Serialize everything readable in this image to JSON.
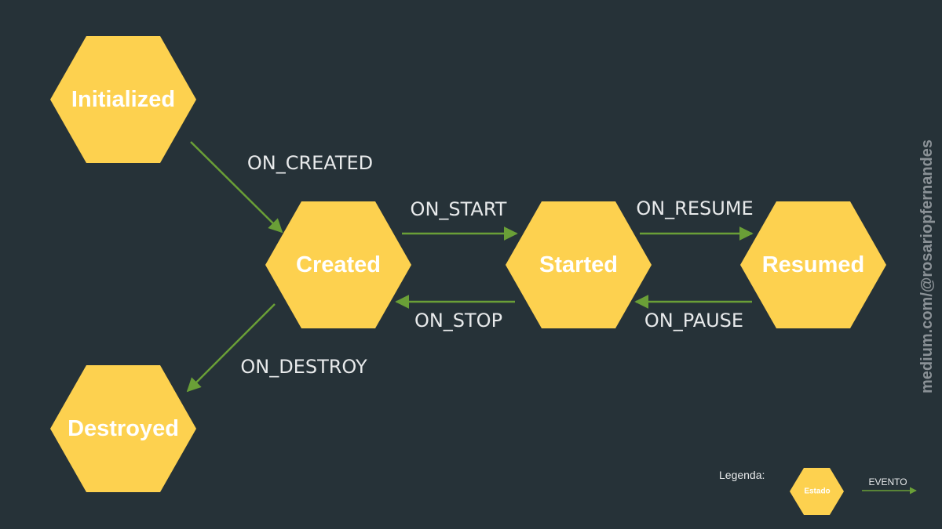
{
  "colors": {
    "background": "#263238",
    "state_fill": "#FDD14F",
    "arrow": "#6A9F37",
    "text": "#FFFFFF"
  },
  "states": {
    "initialized": "Initialized",
    "created": "Created",
    "started": "Started",
    "resumed": "Resumed",
    "destroyed": "Destroyed"
  },
  "events": {
    "on_created": "ON_CREATED",
    "on_start": "ON_START",
    "on_resume": "ON_RESUME",
    "on_stop": "ON_STOP",
    "on_pause": "ON_PAUSE",
    "on_destroy": "ON_DESTROY"
  },
  "legend": {
    "title": "Legenda:",
    "state_sample": "Estado",
    "event_sample": "EVENTO"
  },
  "credit": "medium.com/@rosariopfernandes"
}
